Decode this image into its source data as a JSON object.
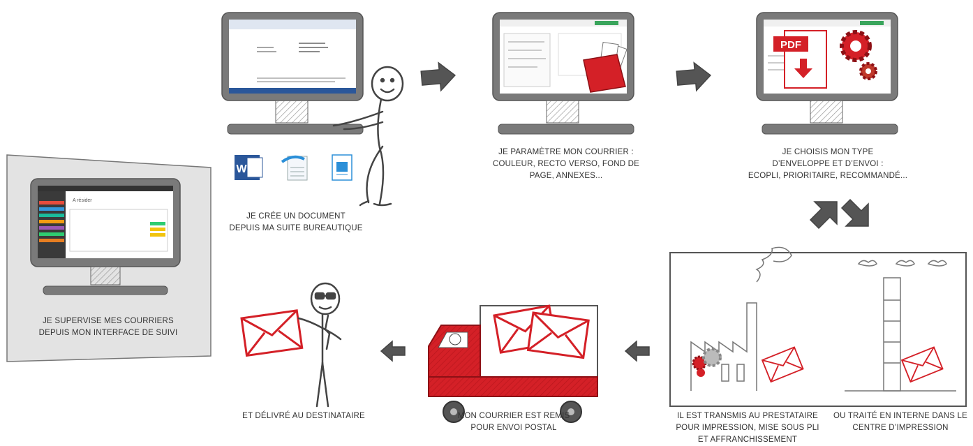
{
  "steps": {
    "create": {
      "caption_line1": "JE CRÉE UN DOCUMENT",
      "caption_line2": "DEPUIS MA SUITE BUREAUTIQUE"
    },
    "configure": {
      "caption_line1": "JE PARAMÈTRE MON COURRIER :",
      "caption_line2": "COULEUR, RECTO VERSO, FOND DE",
      "caption_line3": "PAGE, ANNEXES..."
    },
    "envelope": {
      "caption_line1": "JE CHOISIS MON TYPE",
      "caption_line2": "D’ENVELOPPE ET D’ENVOI :",
      "caption_line3": "ECOPLI, PRIORITAIRE, RECOMMANDÉ..."
    },
    "provider": {
      "caption_line1": "IL EST TRANSMIS AU PRESTATAIRE",
      "caption_line2": "POUR IMPRESSION, MISE SOUS PLI",
      "caption_line3": "ET AFFRANCHISSEMENT"
    },
    "internal": {
      "caption_line1": "OU TRAITÉ EN INTERNE DANS LE",
      "caption_line2": "CENTRE D’IMPRESSION"
    },
    "truck": {
      "caption_line1": "MON COURRIER EST REMIS",
      "caption_line2": "POUR ENVOI POSTAL"
    },
    "delivered": {
      "caption_line1": "ET DÉLIVRÉ AU DESTINATAIRE"
    },
    "supervise": {
      "caption_line1": "JE SUPERVISE MES COURRIERS",
      "caption_line2": "DEPUIS MON INTERFACE DE SUIVI"
    }
  },
  "icons": {
    "word": "W",
    "pdf": "PDF",
    "app_title": "A résider"
  },
  "colors": {
    "accent_red": "#d42027",
    "dark_gray": "#6b6b6b",
    "arrow_gray": "#555555",
    "word_blue": "#2b579a"
  }
}
